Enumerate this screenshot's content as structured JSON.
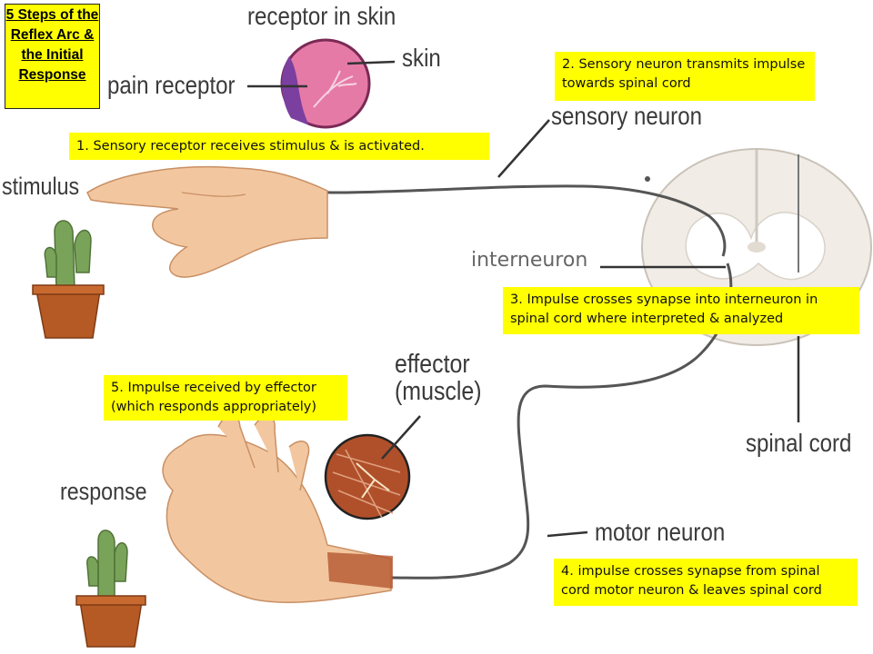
{
  "title": "5 Steps of the Reflex Arc & the Initial Response",
  "steps": [
    {
      "text": "1. Sensory receptor receives stimulus & is activated."
    },
    {
      "text": "2. Sensory neuron transmits impulse towards spinal cord"
    },
    {
      "text": "3. Impulse crosses synapse into interneuron in spinal cord where interpreted & analyzed"
    },
    {
      "text": "4. impulse crosses synapse from spinal cord motor neuron & leaves spinal cord"
    },
    {
      "text": "5. Impulse received by effector (which responds appropriately)"
    }
  ],
  "labels": {
    "receptor_in_skin": "receptor in skin",
    "skin": "skin",
    "pain_receptor": "pain receptor",
    "sensory_neuron": "sensory neuron",
    "stimulus": "stimulus",
    "interneuron": "interneuron",
    "effector_line1": "effector",
    "effector_line2": "(muscle)",
    "spinal_cord": "spinal cord",
    "response": "response",
    "motor_neuron": "motor neuron"
  },
  "colors": {
    "highlight": "#ffff00",
    "neuron": "#555555",
    "skin_tone": "#f2c7a0",
    "receptor_pink": "#e67aa6",
    "receptor_purple": "#7b3fa0",
    "muscle": "#b0502a",
    "spinal_gray": "#f1ece6",
    "cactus": "#7aa35a",
    "pot": "#b65a25"
  }
}
